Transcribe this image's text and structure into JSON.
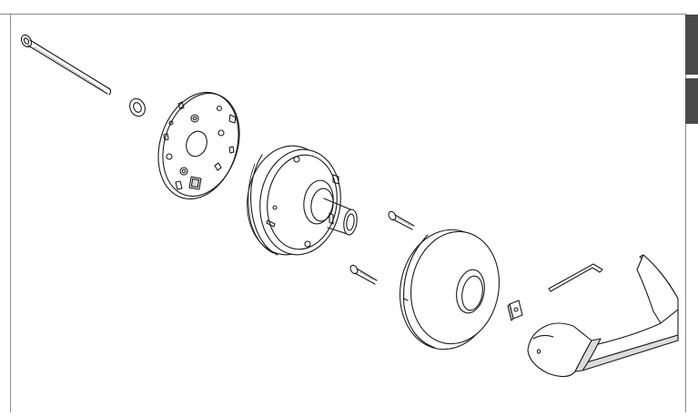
{
  "figure": {
    "kind": "exploded-view-line-drawing",
    "subject": "lever-handle-lockset",
    "components": [
      "through-bolt",
      "washer",
      "mounting-plate",
      "chassis-hub",
      "machine-screw-upper",
      "machine-screw-lower",
      "rose-escutcheon",
      "set-screw",
      "hex-key",
      "lever-handle"
    ]
  },
  "colors": {
    "line": "#1a1a1a",
    "fill": "#ffffff",
    "shade": "#dcdcdc",
    "frame": "#8c8c8c",
    "tab": "#4a4a4a"
  }
}
